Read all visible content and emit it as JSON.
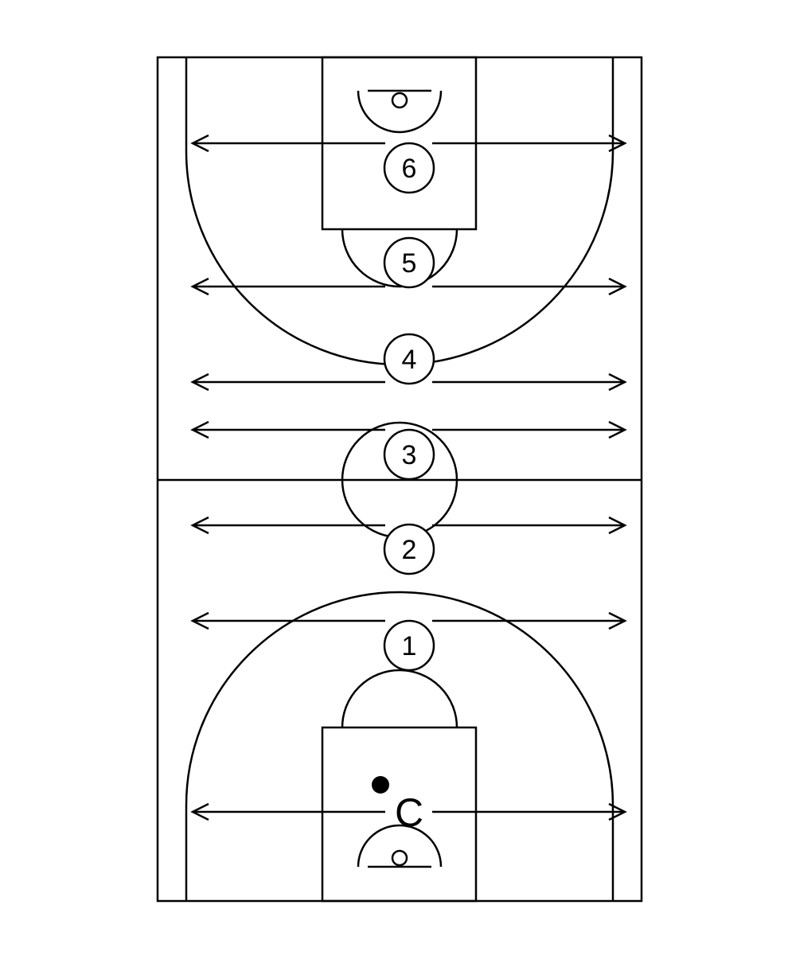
{
  "diagram": {
    "title_visible": false,
    "line_color": "#000000",
    "background": "#ffffff",
    "player_label": "C",
    "stations": [
      {
        "label": "1"
      },
      {
        "label": "2"
      },
      {
        "label": "3"
      },
      {
        "label": "4"
      },
      {
        "label": "5"
      },
      {
        "label": "6"
      }
    ]
  }
}
